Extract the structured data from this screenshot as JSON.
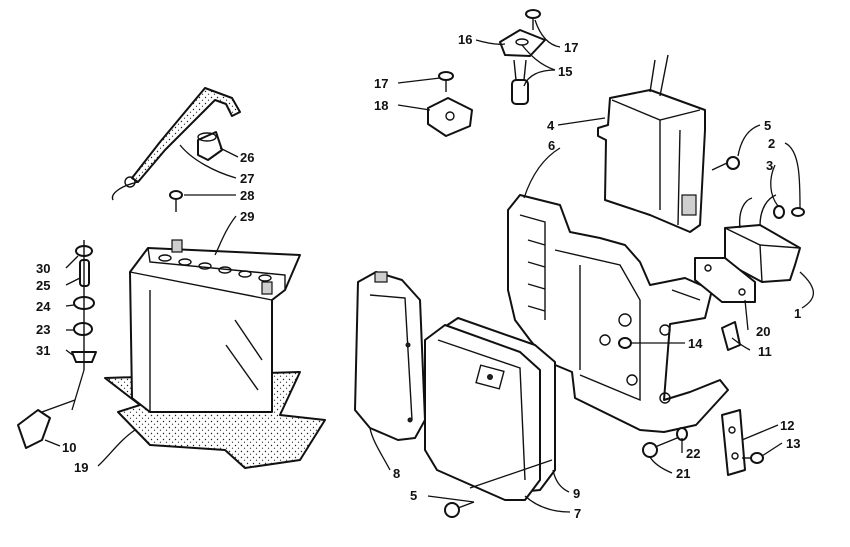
{
  "callouts": [
    "1",
    "2",
    "3",
    "4",
    "5",
    "6",
    "7",
    "8",
    "9",
    "10",
    "11",
    "12",
    "13",
    "14",
    "15",
    "16",
    "17",
    "18",
    "19",
    "20",
    "21",
    "22",
    "23",
    "24",
    "25",
    "26",
    "27",
    "28",
    "29",
    "30",
    "31"
  ],
  "icons": {
    "battery": "battery-icon",
    "electrical_box": "electrical-box-icon",
    "cover": "cover-icon",
    "module": "control-module-icon",
    "fasteners": "screw-icon"
  },
  "colors": {
    "line": "#111111",
    "background": "#ffffff",
    "stipple": "#cfcfcf"
  }
}
